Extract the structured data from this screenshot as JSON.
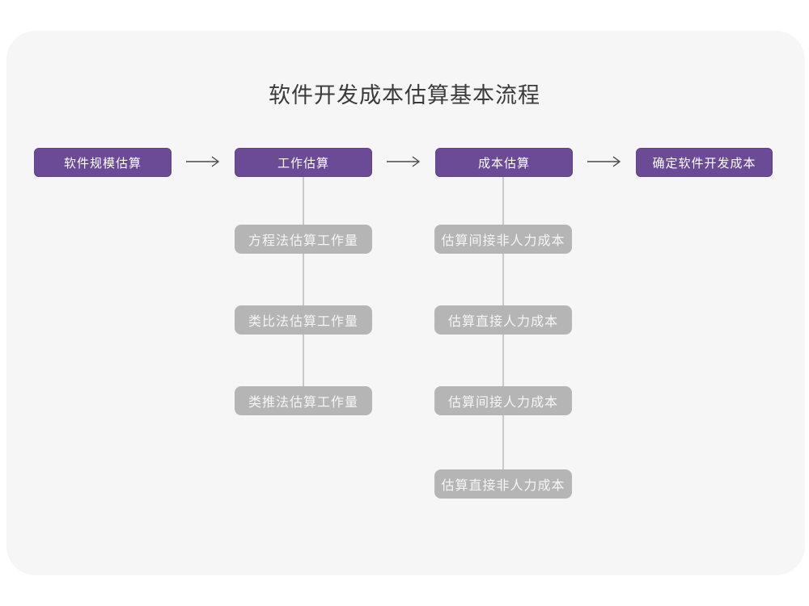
{
  "title": "软件开发成本估算基本流程",
  "colors": {
    "accent_purple": "#6b4a96",
    "sub_node_gray": "#b5b5b5",
    "canvas_background": "#f6f6f7",
    "arrow_stroke": "#4a4a4a",
    "connector_line": "#c9c9c9",
    "title_text": "#3b3b3b"
  },
  "flow": {
    "main_steps": [
      {
        "label": "软件规模估算"
      },
      {
        "label": "工作估算"
      },
      {
        "label": "成本估算"
      },
      {
        "label": "确定软件开发成本"
      }
    ],
    "work_estimation_methods": [
      {
        "label": "方程法估算工作量"
      },
      {
        "label": "类比法估算工作量"
      },
      {
        "label": "类推法估算工作量"
      }
    ],
    "cost_estimation_steps": [
      {
        "label": "估算间接非人力成本"
      },
      {
        "label": "估算直接人力成本"
      },
      {
        "label": "估算间接人力成本"
      },
      {
        "label": "估算直接非人力成本"
      }
    ]
  }
}
